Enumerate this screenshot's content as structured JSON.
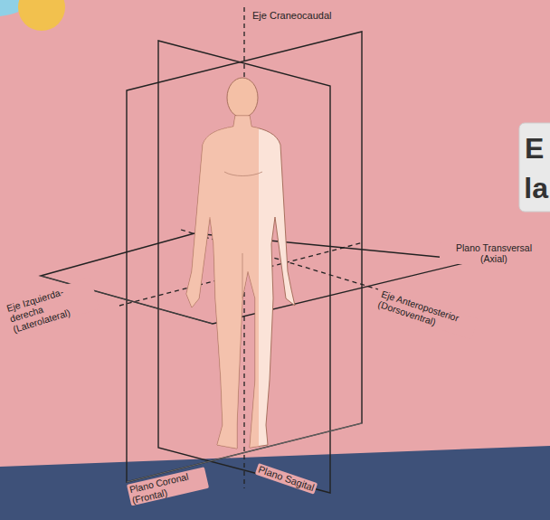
{
  "diagram": {
    "labels": [
      "Eje Craneocaudal",
      "E",
      "la",
      "Plano Transversal (Axial)",
      "Eje Izquierda-derecha (Laterolateral)",
      "Eje Anteroposterior (Dorsoventral)",
      "Plano Coronal (Frontal)",
      "Plano Sagital"
    ]
  }
}
